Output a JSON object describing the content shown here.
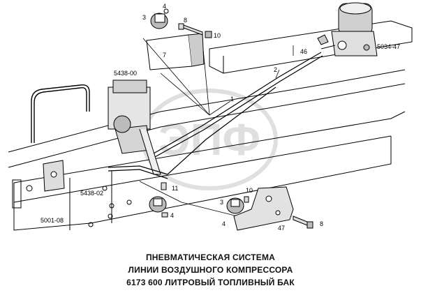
{
  "diagram": {
    "callouts": {
      "c_3a": "3",
      "c_4a": "4",
      "c_8a": "8",
      "c_10a": "10",
      "c_7": "7",
      "c_5438_00": "5438-00",
      "c_46": "46",
      "c_2": "2",
      "c_1": "1",
      "c_5034_47": "5034-47",
      "c_5438_02": "5438-02",
      "c_11": "11",
      "c_10b": "10",
      "c_3b": "3",
      "c_4b": "4",
      "c_4c": "4",
      "c_47": "47",
      "c_8b": "8",
      "c_5001_08": "5001-08"
    },
    "watermark": "ЭПФ",
    "caption": {
      "line1": "ПНЕВМАТИЧЕСКАЯ СИСТЕМА",
      "line2": "ЛИНИИ ВОЗДУШНОГО КОМПРЕССОРА",
      "line3": "6173  600 ЛИТРОВЫЙ ТОПЛИВНЫЙ БАК"
    }
  }
}
